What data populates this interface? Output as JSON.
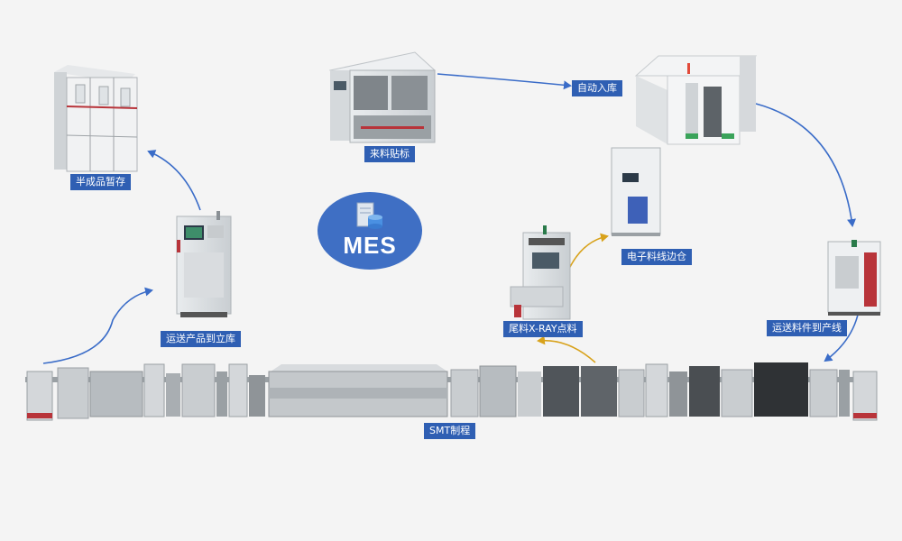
{
  "center": {
    "title": "MES",
    "icon": "database-server-icon"
  },
  "stations": {
    "incoming_label": "来料贴标",
    "auto_storage": "自动入库",
    "semi_storage": "半成品暂存",
    "product_to_warehouse": "运送产品到立库",
    "electronic_side": "电子料线边仓",
    "xray_count": "尾料X-RAY点料",
    "deliver_to_line": "运送料件到产线",
    "smt": "SMT制程"
  },
  "colors": {
    "label_bg": "#2f5fb3",
    "arrow_blue": "#3a6cc8",
    "arrow_gold": "#d8a21b",
    "mes_bg": "#3f6fc4",
    "accent_red": "#b8343a"
  }
}
